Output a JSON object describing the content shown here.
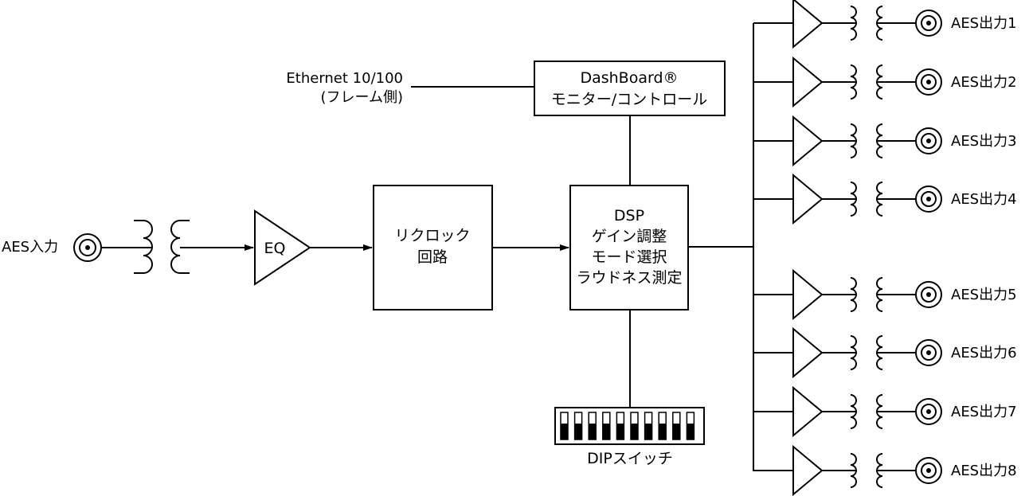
{
  "input": {
    "label": "AES入力"
  },
  "eq": {
    "label": "EQ"
  },
  "reclock": {
    "line1": "リクロック",
    "line2": "回路"
  },
  "dsp": {
    "line1": "DSP",
    "line2": "ゲイン調整",
    "line3": "モード選択",
    "line4": "ラウドネス測定"
  },
  "dashboard": {
    "line1": "DashBoard®",
    "line2": "モニター/コントロール"
  },
  "ethernet": {
    "line1": "Ethernet 10/100",
    "line2": "(フレーム側)"
  },
  "dip": {
    "label": "DIPスイッチ",
    "switch_count": 10
  },
  "outputs": [
    "AES出力1",
    "AES出力2",
    "AES出力3",
    "AES出力4",
    "AES出力5",
    "AES出力6",
    "AES出力7",
    "AES出力8"
  ]
}
